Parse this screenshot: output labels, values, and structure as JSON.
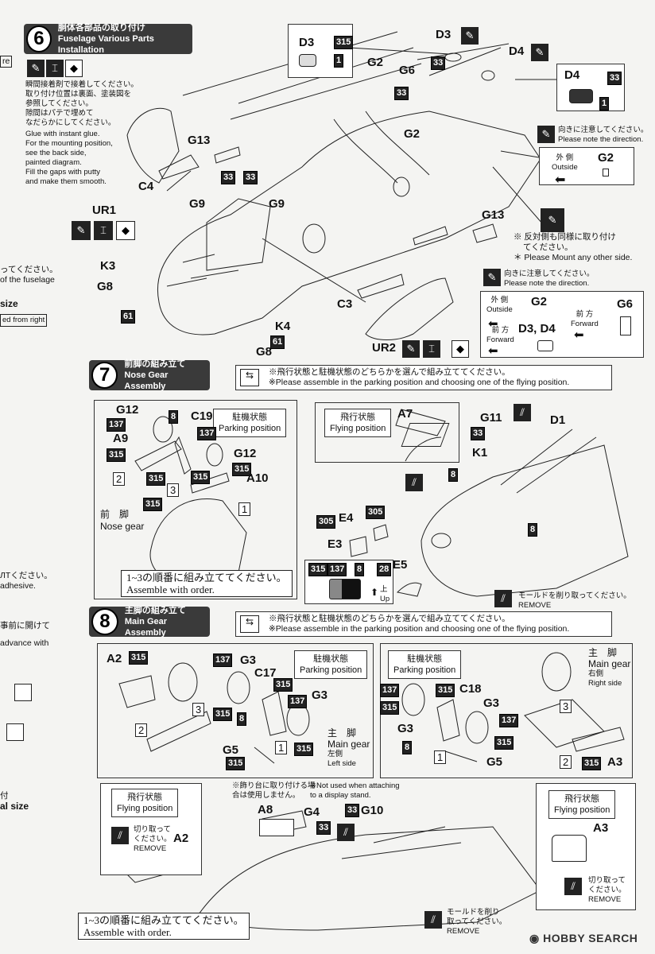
{
  "step6": {
    "number": "6",
    "title_jp": "胴体各部品の取り付け",
    "title_en": "Fuselage Various Parts Installation",
    "note_jp": [
      "瞬間接着剤で接着してください。",
      "取り付け位置は裏面、塗装図を",
      "参照してください。",
      "隙間はパテで埋めて",
      "なだらかにしてください。"
    ],
    "note_en": [
      "Glue with instant glue.",
      "For the mounting position,",
      "see the back side,",
      "painted diagram.",
      "Fill the gaps with putty",
      "and make them smooth."
    ],
    "direction_jp": "向きに注意してください。",
    "direction_en": "Please note the direction.",
    "outside_jp": "外 側",
    "outside_en": "Outside",
    "forward_jp": "前 方",
    "forward_en": "Forward",
    "mirror_jp": [
      "※ 反対側も同様に取り付け",
      "てください。"
    ],
    "mirror_en": "＊ Please Mount any other side.",
    "parts": {
      "d3": "D3",
      "d4": "D4",
      "g2": "G2",
      "g6": "G6",
      "g13": "G13",
      "g9": "G9",
      "c4": "C4",
      "ur1": "UR1",
      "k3": "K3",
      "g8": "G8",
      "c3": "C3",
      "k4": "K4",
      "ur2": "UR2",
      "d3d4": "D3, D4"
    },
    "numbers": {
      "n315": "315",
      "n1": "1",
      "n33": "33",
      "n61": "61"
    }
  },
  "step7": {
    "number": "7",
    "title_jp": "前脚の組み立て",
    "title_en": "Nose Gear Assembly",
    "choose_jp": "※飛行状態と駐機状態のどちらかを選んで組み立ててください。",
    "choose_en": "※Please assemble in the parking position and choosing one of the flying position.",
    "parking_jp": "駐機状態",
    "parking_en": "Parking position",
    "flying_jp": "飛行状態",
    "flying_en": "Flying position",
    "nose_jp": "前　脚",
    "nose_en": "Nose gear",
    "order_jp": "1~3の順番に組み立ててください。",
    "order_en": "Assemble with order.",
    "remove_jp": "モールドを削り取ってください。",
    "remove_en": "REMOVE",
    "up_jp": "上",
    "up_en": "Up",
    "parts": {
      "g12": "G12",
      "c19": "C19",
      "a9": "A9",
      "a10": "A10",
      "a7": "A7",
      "g11": "G11",
      "d1": "D1",
      "k1": "K1",
      "e4": "E4",
      "e3": "E3",
      "e5": "E5"
    },
    "numbers": {
      "n137": "137",
      "n8": "8",
      "n315": "315",
      "n33": "33",
      "n305": "305",
      "n28": "28"
    },
    "order_marks": {
      "one": "1",
      "two": "2",
      "three": "3"
    }
  },
  "step8": {
    "number": "8",
    "title_jp": "主脚の組み立て",
    "title_en": "Main Gear Assembly",
    "choose_jp": "※飛行状態と駐機状態のどちらかを選んで組み立ててください。",
    "choose_en": "※Please assemble in the parking position and choosing one of the flying position.",
    "parking_jp": "駐機状態",
    "parking_en": "Parking position",
    "main_jp": "主　脚",
    "main_en": "Main gear",
    "left_jp": "左側",
    "left_en": "Left side",
    "right_jp": "右側",
    "right_en": "Right side",
    "flying_jp": "飛行状態",
    "flying_en": "Flying position",
    "cut_jp": [
      "切り取って",
      "ください。"
    ],
    "cut_en": "REMOVE",
    "stand_jp": [
      "※飾り台に取り付ける場",
      "合は使用しません。"
    ],
    "stand_en": [
      "※Not used when attaching",
      "to a display stand."
    ],
    "order_jp": "1~3の順番に組み立ててください。",
    "order_en": "Assemble with order.",
    "remove_jp": [
      "モールドを削り",
      "取ってください。"
    ],
    "remove_en": "REMOVE",
    "parts": {
      "a2": "A2",
      "g3": "G3",
      "c17": "C17",
      "c18": "C18",
      "g5": "G5",
      "a3": "A3",
      "a8": "A8",
      "g4": "G4",
      "g10": "G10"
    },
    "numbers": {
      "n315": "315",
      "n137": "137",
      "n8": "8",
      "n33": "33"
    },
    "order_marks": {
      "one": "1",
      "two": "2",
      "three": "3"
    }
  },
  "left_margin": {
    "t1": "re",
    "t2": "ってください。",
    "t3": "of the fuselage",
    "t4": "size",
    "t5": "ed from  right",
    "t6": "ЛТください。",
    "t7": "adhesive.",
    "t8": "事前に開けて",
    "t9": "advance with",
    "t10": "付",
    "t11": "al size"
  },
  "watermark": "HOBBY SEARCH"
}
